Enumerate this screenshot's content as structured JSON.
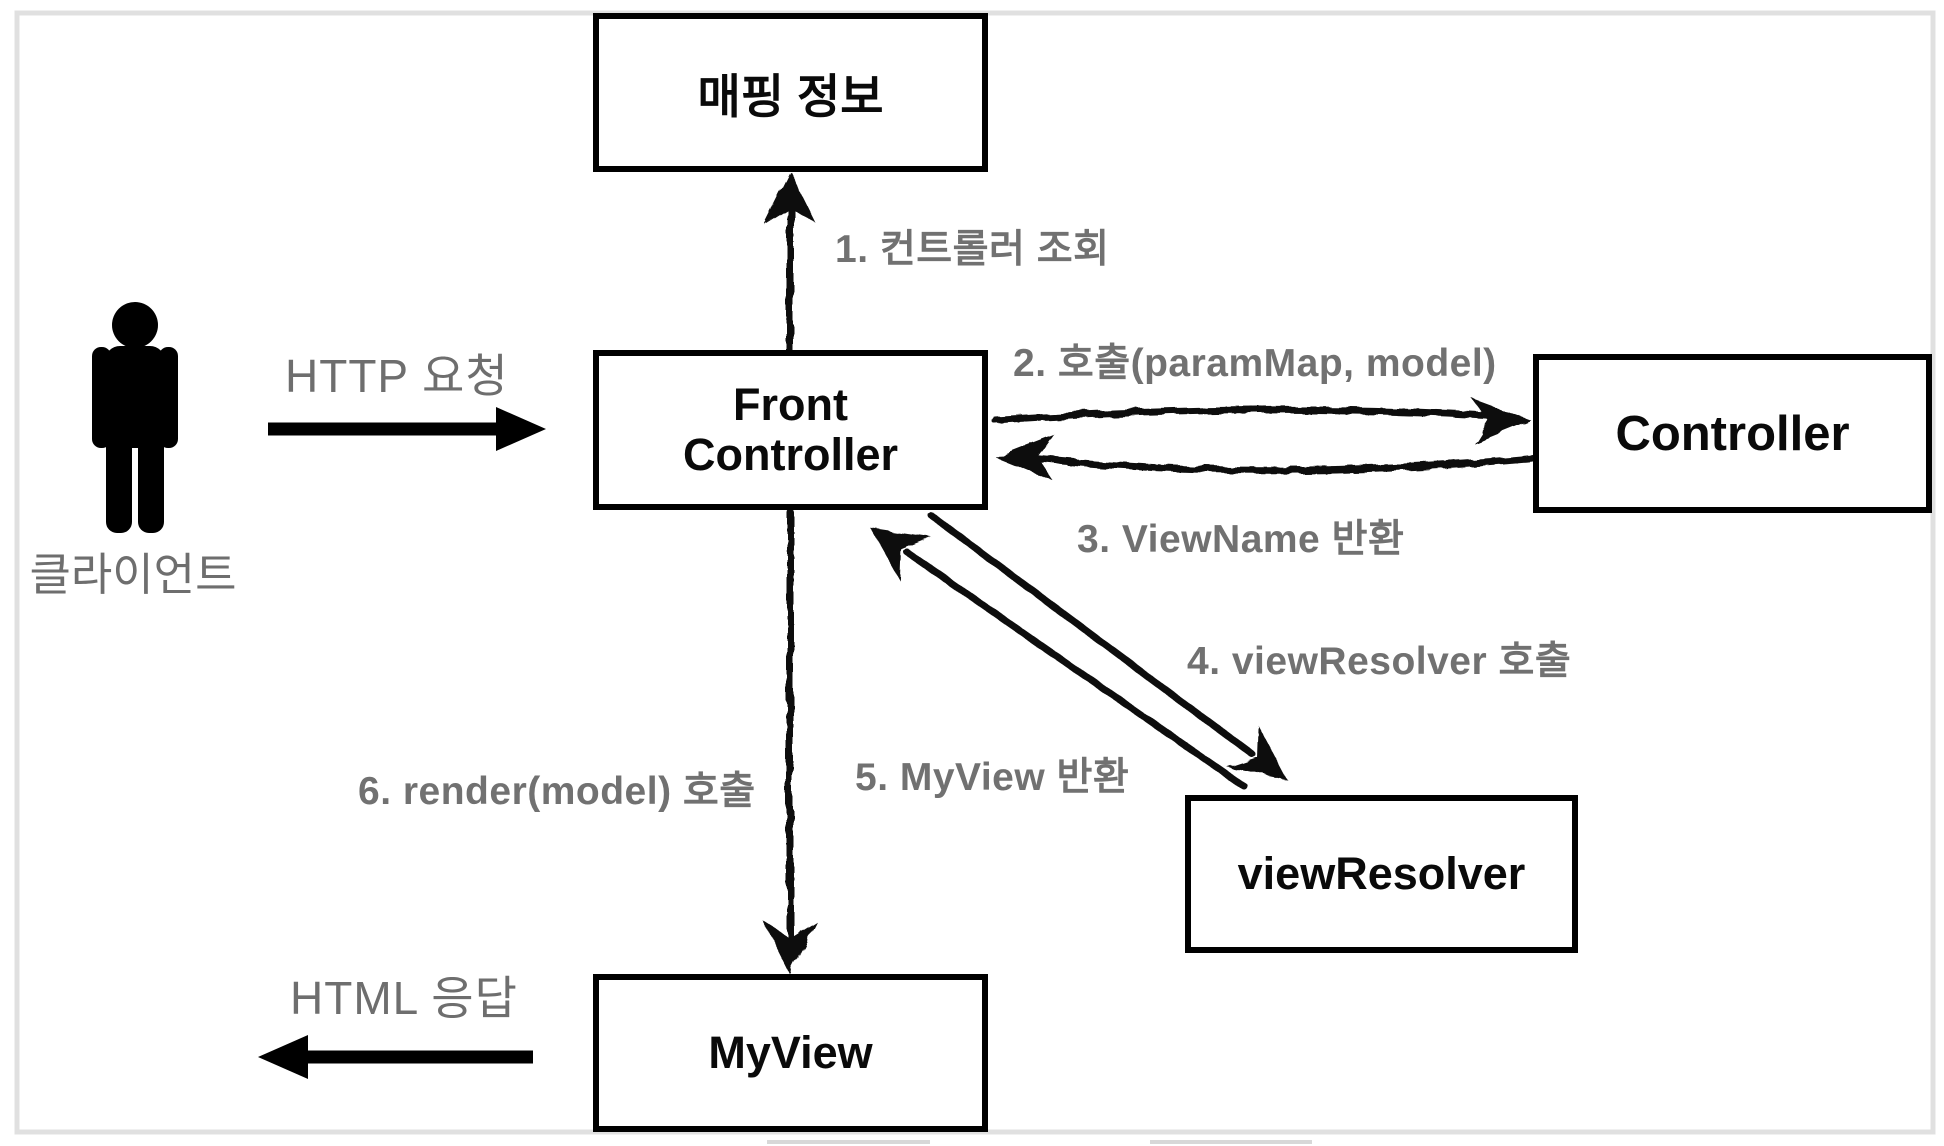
{
  "diagram": {
    "title_hint": "Spring MVC Front Controller flow",
    "boxes": {
      "mapping_info": "매핑 정보",
      "front_controller": "Front Controller",
      "controller": "Controller",
      "view_resolver": "viewResolver",
      "my_view": "MyView"
    },
    "actor": {
      "label": "클라이언트",
      "icon": "person-icon"
    },
    "flow_labels": {
      "http_request": "HTTP 요청",
      "html_response": "HTML 응답",
      "step1": "1. 컨트롤러 조회",
      "step2": "2. 호출(paramMap, model)",
      "step3": "3. ViewName 반환",
      "step4": "4. viewResolver 호출",
      "step5": "5. MyView 반환",
      "step6": "6. render(model) 호출"
    },
    "colors": {
      "box_border": "#000000",
      "box_text": "#0a0a0a",
      "step_label_gray": "#717171",
      "soft_label_gray": "#6e6e6e",
      "frame_gray": "#e0e0e0",
      "background": "#ffffff"
    }
  }
}
